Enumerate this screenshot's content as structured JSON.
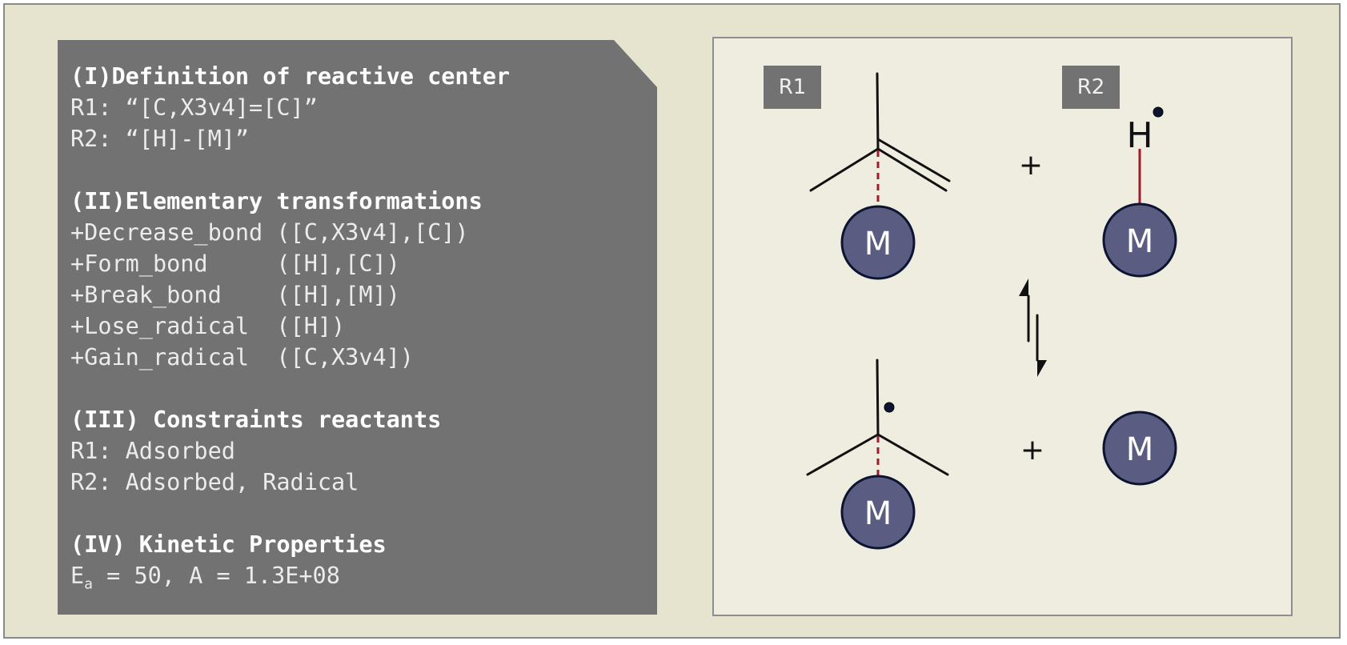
{
  "text_panel": {
    "sections": [
      {
        "heading": "(I)Definition of reactive center",
        "lines": [
          "R1: “[C,X3v4]=[C]”",
          "R2: “[H]-[M]”"
        ]
      },
      {
        "heading": "(II)Elementary transformations",
        "lines": [
          "+Decrease_bond ([C,X3v4],[C])",
          "+Form_bond     ([H],[C])",
          "+Break_bond    ([H],[M])",
          "+Lose_radical  ([H])",
          "+Gain_radical  ([C,X3v4])"
        ]
      },
      {
        "heading": "(III) Constraints reactants",
        "lines": [
          "R1: Adsorbed",
          "R2: Adsorbed, Radical"
        ]
      },
      {
        "heading": "(IV) Kinetic Properties",
        "kinetic": {
          "E": "E",
          "sub": "a",
          "rest": " = 50, A = 1.3E+08"
        }
      }
    ]
  },
  "scheme": {
    "label_r1": "R1",
    "label_r2": "R2",
    "plus": "+",
    "hydrogen": "H",
    "metal": "M",
    "colors": {
      "metal_fill": "#5a5c82",
      "bond": "#111111",
      "adsorption_bond": "#a11c2a"
    }
  }
}
